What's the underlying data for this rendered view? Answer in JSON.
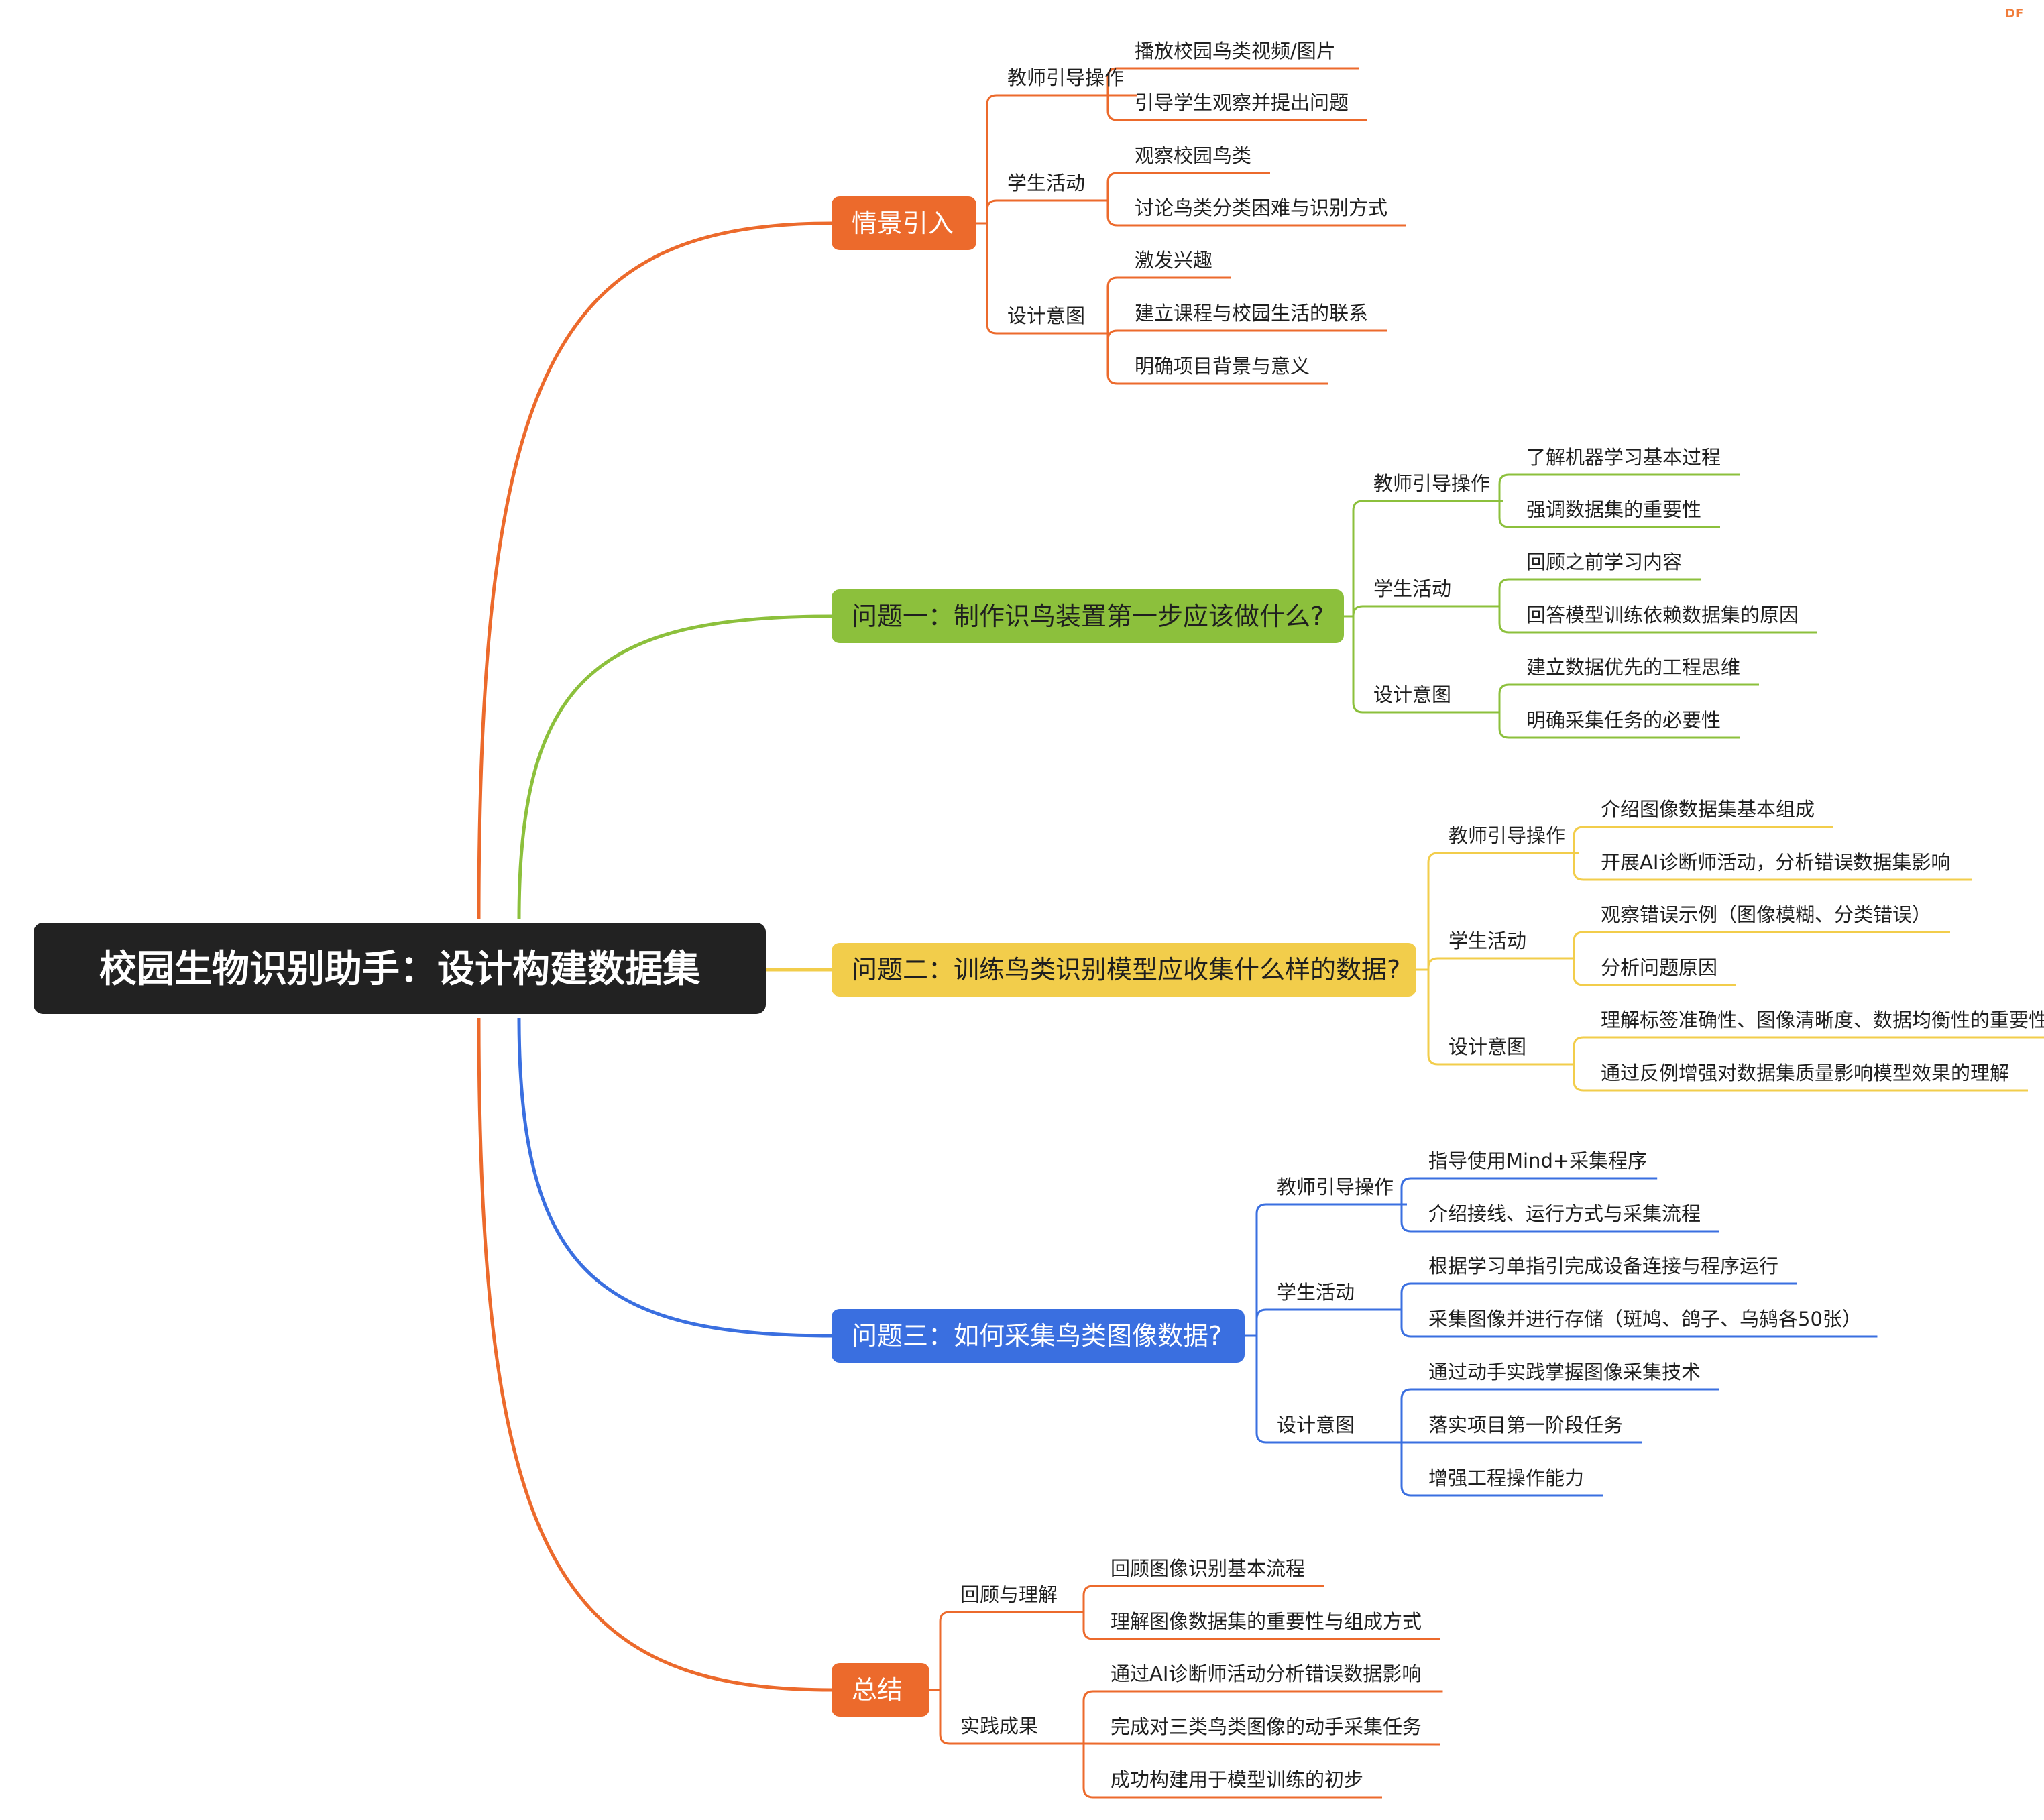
{
  "watermark": "DF",
  "root": {
    "label": "校园生物识别助手：设计构建数据集"
  },
  "colors": {
    "root_bg": "#222222",
    "orange": "#ec6a2c",
    "green": "#8cc03c",
    "yellow": "#f2cd4b",
    "blue": "#3a6fe0"
  },
  "branches": [
    {
      "label": "情景引入",
      "color": "orange",
      "text_color": "#ffffff",
      "groups": [
        {
          "label": "教师引导操作",
          "items": [
            "播放校园鸟类视频/图片",
            "引导学生观察并提出问题"
          ]
        },
        {
          "label": "学生活动",
          "items": [
            "观察校园鸟类",
            "讨论鸟类分类困难与识别方式"
          ]
        },
        {
          "label": "设计意图",
          "items": [
            "激发兴趣",
            "建立课程与校园生活的联系",
            "明确项目背景与意义"
          ]
        }
      ]
    },
    {
      "label": "问题一：制作识鸟装置第一步应该做什么?",
      "color": "green",
      "text_color": "#1f1f1f",
      "groups": [
        {
          "label": "教师引导操作",
          "items": [
            "了解机器学习基本过程",
            "强调数据集的重要性"
          ]
        },
        {
          "label": "学生活动",
          "items": [
            "回顾之前学习内容",
            "回答模型训练依赖数据集的原因"
          ]
        },
        {
          "label": "设计意图",
          "items": [
            "建立数据优先的工程思维",
            "明确采集任务的必要性"
          ]
        }
      ]
    },
    {
      "label": "问题二：训练鸟类识别模型应收集什么样的数据?",
      "color": "yellow",
      "text_color": "#1f1f1f",
      "groups": [
        {
          "label": "教师引导操作",
          "items": [
            "介绍图像数据集基本组成",
            "开展AI诊断师活动，分析错误数据集影响"
          ]
        },
        {
          "label": "学生活动",
          "items": [
            "观察错误示例（图像模糊、分类错误）",
            "分析问题原因"
          ]
        },
        {
          "label": "设计意图",
          "items": [
            "理解标签准确性、图像清晰度、数据均衡性的重要性",
            "通过反例增强对数据集质量影响模型效果的理解"
          ]
        }
      ]
    },
    {
      "label": "问题三：如何采集鸟类图像数据?",
      "color": "blue",
      "text_color": "#ffffff",
      "groups": [
        {
          "label": "教师引导操作",
          "items": [
            "指导使用Mind+采集程序",
            "介绍接线、运行方式与采集流程"
          ]
        },
        {
          "label": "学生活动",
          "items": [
            "根据学习单指引完成设备连接与程序运行",
            "采集图像并进行存储（斑鸠、鸽子、乌鸫各50张）"
          ]
        },
        {
          "label": "设计意图",
          "items": [
            "通过动手实践掌握图像采集技术",
            "落实项目第一阶段任务",
            "增强工程操作能力"
          ]
        }
      ]
    },
    {
      "label": "总结",
      "color": "orange",
      "text_color": "#ffffff",
      "groups": [
        {
          "label": "回顾与理解",
          "items": [
            "回顾图像识别基本流程",
            "理解图像数据集的重要性与组成方式"
          ]
        },
        {
          "label": "实践成果",
          "items": [
            "通过AI诊断师活动分析错误数据影响",
            "完成对三类鸟类图像的动手采集任务",
            "成功构建用于模型训练的初步"
          ]
        }
      ]
    }
  ]
}
